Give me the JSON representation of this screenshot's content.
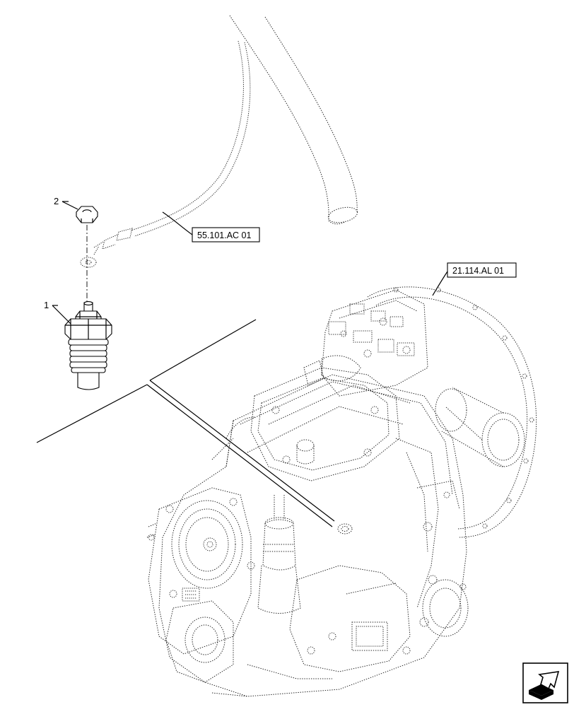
{
  "callouts": {
    "item_1": "1",
    "item_2": "2"
  },
  "references": {
    "harness_ref": "55.101.AC 01",
    "transmission_ref": "21.114.AL 01"
  },
  "nav_icon": "next-page-arrow-icon"
}
